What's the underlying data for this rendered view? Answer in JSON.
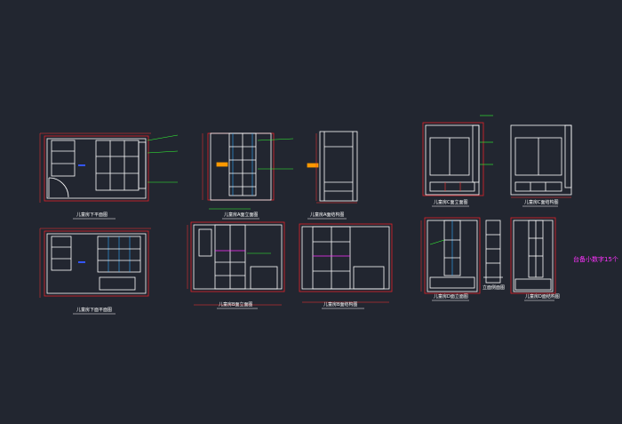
{
  "background_color": "#222630",
  "line_colors": {
    "outline": "#ffffff",
    "wall": "#e0232a",
    "dimension": "#ff3333",
    "leader": "#33ff33",
    "accent": "#ff9900",
    "glass": "#33aaff",
    "marker": "#ff33ff"
  },
  "drawings": [
    {
      "id": "plan-top",
      "title": "儿童房下平面图"
    },
    {
      "id": "plan-bottom",
      "title": "儿童房下面平面图"
    },
    {
      "id": "elev-a",
      "title": "儿童房A面立面图"
    },
    {
      "id": "struct-a",
      "title": "儿童房A面结构图"
    },
    {
      "id": "elev-b",
      "title": "儿童房B面立面图"
    },
    {
      "id": "struct-b",
      "title": "儿童房B面结构图"
    },
    {
      "id": "elev-c",
      "title": "儿童房C面立面图"
    },
    {
      "id": "struct-c",
      "title": "儿童房C面结构图"
    },
    {
      "id": "elev-d",
      "title": "儿童房D面立面图"
    },
    {
      "id": "side-section",
      "title": "立面侧面图"
    },
    {
      "id": "struct-d",
      "title": "儿童房D面结构图"
    }
  ],
  "note": "台备小数字15个"
}
